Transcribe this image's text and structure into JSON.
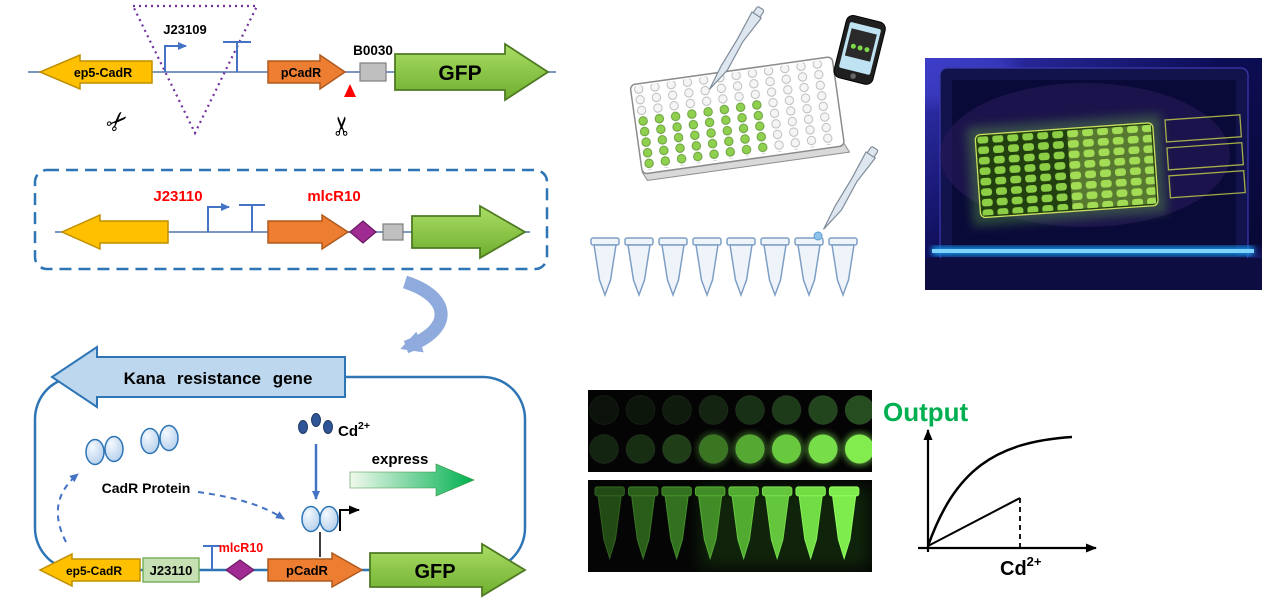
{
  "figure": {
    "panel_top_construct": {
      "ep5_cadr_label": "ep5-CadR",
      "promoter_j23109_label": "J23109",
      "pcadr_label": "pCadR",
      "rbs_b0030_label": "B0030",
      "gfp_label": "GFP"
    },
    "panel_boxed_construct": {
      "promoter_j23110_label": "J23110",
      "mlcr10_label": "mlcR10"
    },
    "panel_plasmid": {
      "kana_label": "Kana resistance gene",
      "cadr_protein_label": "CadR Protein",
      "cd_label": "Cd",
      "cd_superscript": "2+",
      "express_label": "express",
      "ep5_cadr_label": "ep5-CadR",
      "j23110_label": "J23110",
      "mlcr10_label": "mlcR10",
      "pcadr_label": "pCadR",
      "gfp_label": "GFP"
    },
    "panel_output": {
      "title": "Output",
      "x_axis_label": "Cd",
      "x_axis_superscript": "2+"
    },
    "icons": {
      "scissors": "✂"
    },
    "colors": {
      "gene_yellow": "#FFC000",
      "gene_orange": "#ED7D31",
      "gene_green": "#7FBF3F",
      "kana_blue": "#BDD7EE",
      "backbone_blue": "#2E75B6",
      "diamond_purple": "#A02B93",
      "accent_red": "#FF0000",
      "output_green": "#00B050"
    }
  }
}
